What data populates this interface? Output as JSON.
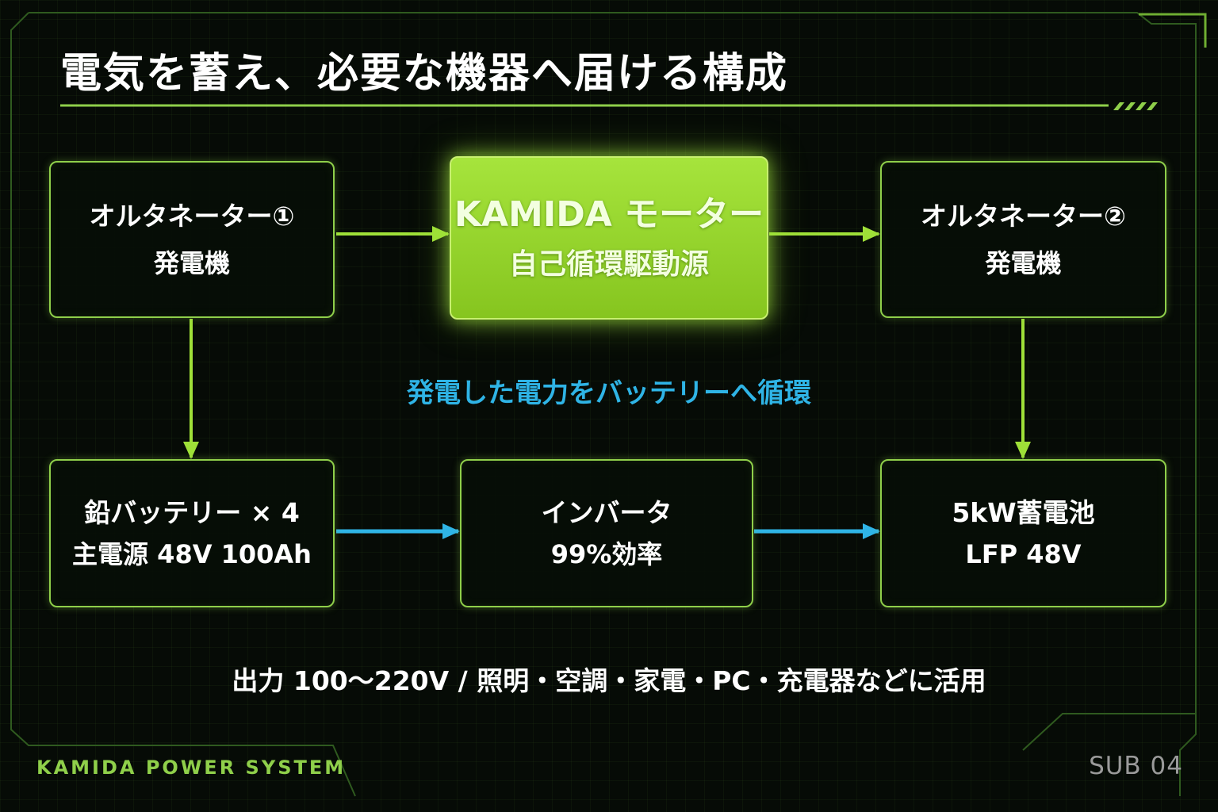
{
  "title": "電気を蓄え、必要な機器へ届ける構成",
  "nodes": {
    "alternator1": {
      "line1": "オルタネーター①",
      "line2": "発電機"
    },
    "motor": {
      "line1": "KAMIDA モーター",
      "line2": "自己循環駆動源"
    },
    "alternator2": {
      "line1": "オルタネーター②",
      "line2": "発電機"
    },
    "lead_battery": {
      "line1": "鉛バッテリー × 4",
      "line2": "主電源 48V 100Ah"
    },
    "inverter": {
      "line1": "インバータ",
      "line2": "99%効率"
    },
    "storage": {
      "line1": "5kW蓄電池",
      "line2": "LFP 48V"
    }
  },
  "cycle_caption": "発電した電力をバッテリーへ循環",
  "output_note": "出力 100～220V / 照明・空調・家電・PC・充電器などに活用",
  "footer": {
    "brand": "KAMIDA POWER SYSTEM",
    "page": "SUB 04"
  },
  "colors": {
    "accent_green": "#8fcf4a",
    "highlight_green": "#9ddc34",
    "cyan": "#2fb4e6",
    "background": "#060b06"
  }
}
